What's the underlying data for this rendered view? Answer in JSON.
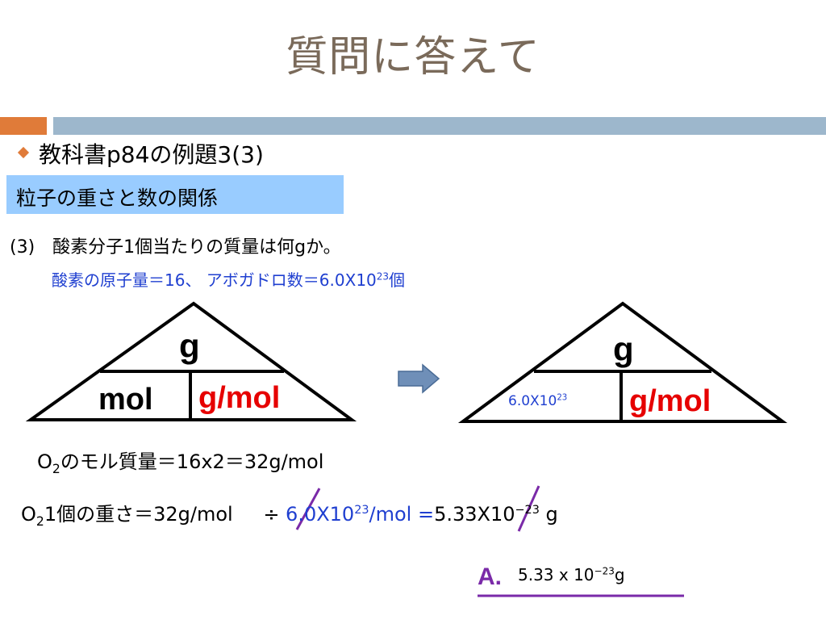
{
  "title": "質問に答えて",
  "bullet": "教科書p84の例題3(3)",
  "topic": "粒子の重さと数の関係",
  "question": "(3)　酸素分子1個当たりの質量は何gか。",
  "given": {
    "prefix": "酸素の原子量＝16、 アボガドロ数＝6.0X10",
    "exp": "23",
    "suffix": "個"
  },
  "triangle_left": {
    "top": "g",
    "bottom_left": "mol",
    "bottom_right": "g/mol"
  },
  "triangle_right": {
    "top": "g",
    "bottom_left_base": "6.0X10",
    "bottom_left_exp": "23",
    "bottom_right": "g/mol"
  },
  "molar_mass": {
    "o": "O",
    "sub": "2",
    "rest": "のモル質量＝16x2＝32g/mol"
  },
  "mass_per_molecule": {
    "o": "O",
    "sub": "2",
    "part1": "1個の重さ＝32g/mol ",
    "divide": "÷",
    "blue_base": " 6.0X10",
    "blue_exp": "23",
    "blue_tail": "/mol =",
    "result_base": "5.33X10",
    "result_exp": "−23",
    "result_unit": " g"
  },
  "answer": {
    "label": "A.",
    "base": "5.33 x 10",
    "exp": "−23",
    "unit": "g"
  },
  "colors": {
    "title": "#7a6a5a",
    "accent_orange": "#e07b39",
    "accent_blue_bar": "#9db7cc",
    "topic_box": "#99ccff",
    "blue_text": "#1f3fd0",
    "red_text": "#e60000",
    "purple": "#7a2aa8"
  }
}
